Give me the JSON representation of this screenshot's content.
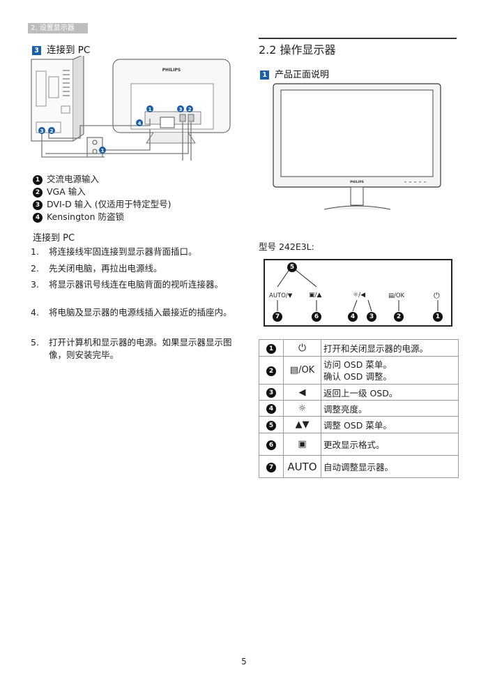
{
  "header_tag": "2. 设置显示器",
  "left": {
    "section_num": "3",
    "section_title": "连接到 PC",
    "diagram_monitor_brand": "PHILIPS",
    "callouts": [
      "1",
      "2",
      "3",
      "4"
    ],
    "legend": [
      {
        "num": "1",
        "text": "交流电源输入"
      },
      {
        "num": "2",
        "text": "VGA 输入"
      },
      {
        "num": "3",
        "text": "DVI-D 输入 (仅适用于特定型号)"
      },
      {
        "num": "4",
        "text": "Kensington 防盗锁"
      }
    ],
    "subheading": "连接到 PC",
    "steps": [
      {
        "n": "1.",
        "text": "将连接线牢固连接到显示器背面插口。"
      },
      {
        "n": "2.",
        "text": "先关闭电脑，再拉出电源线。"
      },
      {
        "n": "3.",
        "text": "将显示器讯号线连在电脑背面的视听连接器。"
      },
      {
        "n": "4.",
        "text": "将电脑及显示器的电源线插入最接近的插座内。"
      },
      {
        "n": "5.",
        "text": "打开计算机和显示器的电源。如果显示器显示图像，则安装完毕。"
      }
    ]
  },
  "right": {
    "section_title": "2.2  操作显示器",
    "sub_num": "1",
    "sub_title": "产品正面说明",
    "monitor_brand": "PHILIPS",
    "model_label": "型号 242E3L:",
    "panel": {
      "top_num": "5",
      "labels": [
        "AUTO/▼",
        "▣/▲",
        "☼/◀",
        "▤/OK",
        "⏻"
      ],
      "nums": [
        "7",
        "6",
        "4",
        "3",
        "2",
        "1"
      ]
    },
    "table": [
      {
        "num": "1",
        "icon": "⏻",
        "desc": "打开和关闭显示器的电源。"
      },
      {
        "num": "2",
        "icon": "▤/OK",
        "desc": "访问 OSD 菜单。\n确认 OSD 调整。"
      },
      {
        "num": "3",
        "icon": "◀",
        "desc": "返回上一级 OSD。"
      },
      {
        "num": "4",
        "icon": "☼",
        "desc": "调整亮度。"
      },
      {
        "num": "5",
        "icon": "▲▼",
        "desc": "调整 OSD 菜单。"
      },
      {
        "num": "6",
        "icon": "▣",
        "desc": "更改显示格式。"
      },
      {
        "num": "7",
        "icon": "AUTO",
        "desc": "自动调整显示器。"
      }
    ]
  },
  "page_number": "5"
}
